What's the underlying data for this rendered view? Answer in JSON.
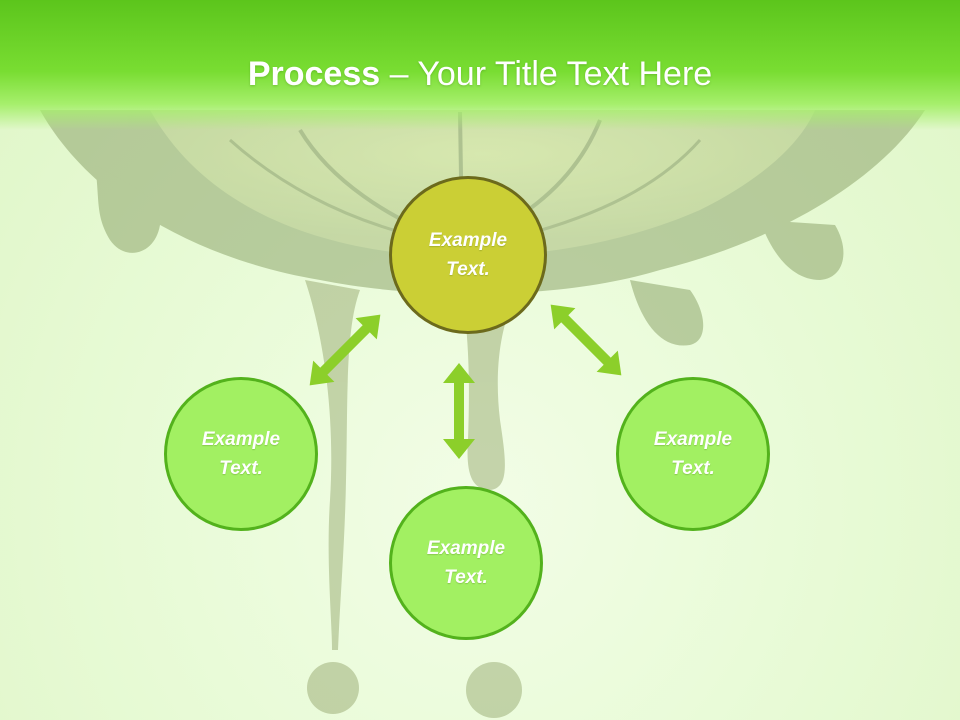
{
  "title": {
    "bold": "Process",
    "rest": " – Your Title Text Here"
  },
  "nodes": {
    "center": "Example Text.",
    "left": "Example Text.",
    "bottom": "Example Text.",
    "right": "Example Text."
  },
  "colors": {
    "title_bar": "#6fd62a",
    "center_fill": "#cbcf35",
    "center_border": "#6c6a1c",
    "side_fill": "#a2f062",
    "side_border": "#53b21c",
    "arrow": "#8ccf2a"
  }
}
